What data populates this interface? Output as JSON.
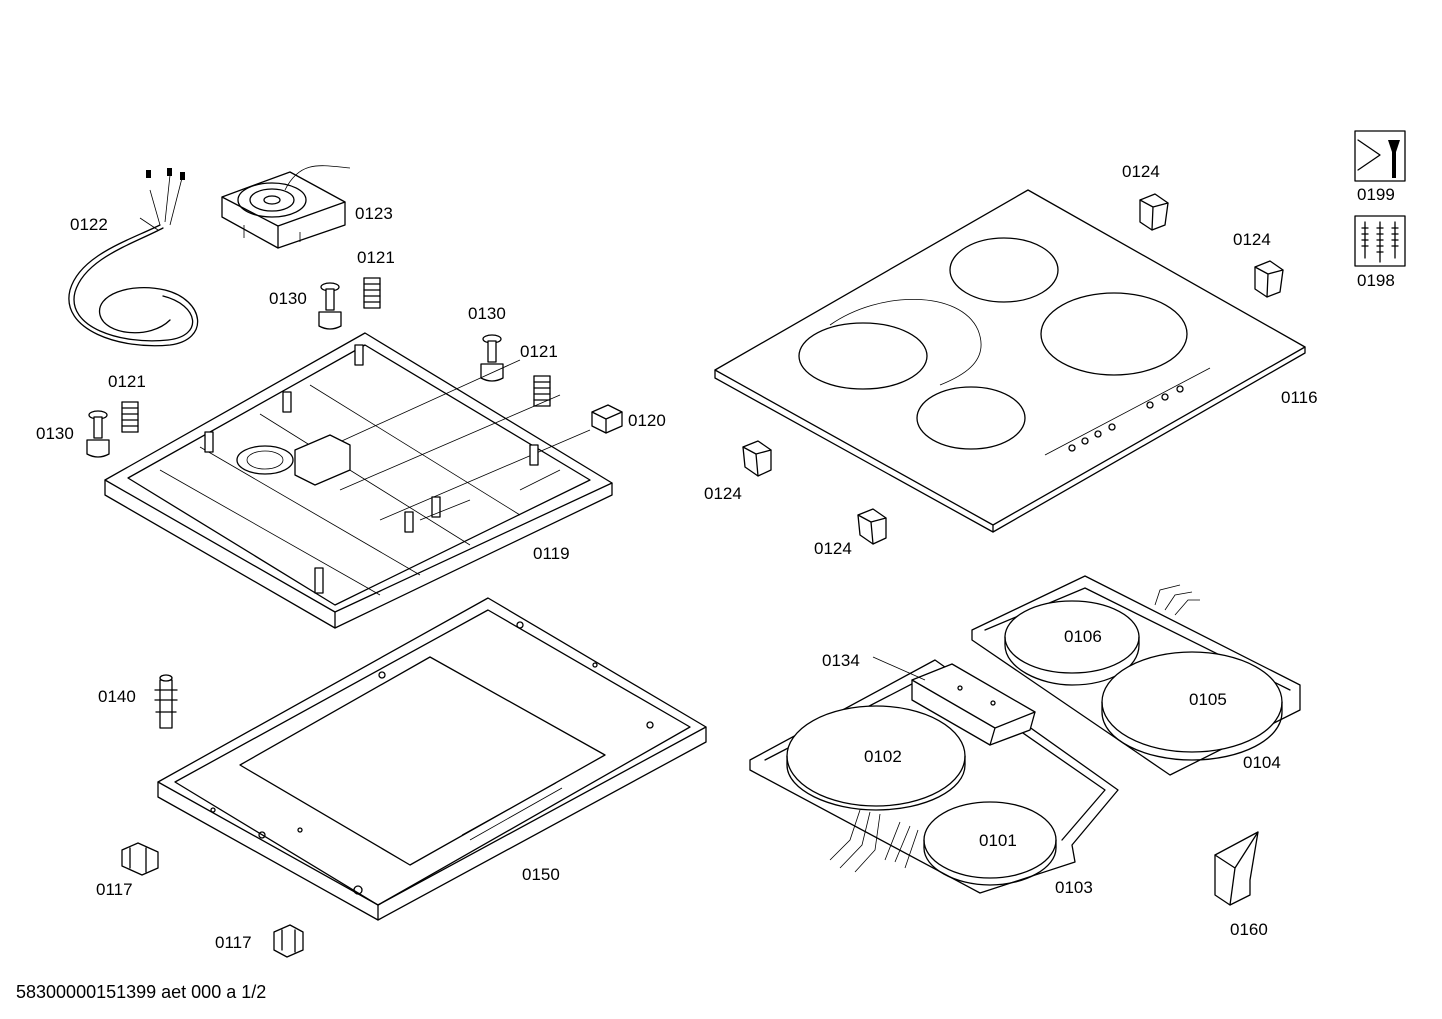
{
  "labels": {
    "p0122": "0122",
    "p0123": "0123",
    "p0121a": "0121",
    "p0130a": "0130",
    "p0130b": "0130",
    "p0121b": "0121",
    "p0121c": "0121",
    "p0130c": "0130",
    "p0120": "0120",
    "p0119": "0119",
    "p0124a": "0124",
    "p0124b": "0124",
    "p0124c": "0124",
    "p0124d": "0124",
    "p0116": "0116",
    "p0199": "0199",
    "p0198": "0198",
    "p0134": "0134",
    "p0106": "0106",
    "p0105": "0105",
    "p0102": "0102",
    "p0104": "0104",
    "p0101": "0101",
    "p0103": "0103",
    "p0160": "0160",
    "p0140": "0140",
    "p0150": "0150",
    "p0117a": "0117",
    "p0117b": "0117"
  },
  "footer": "58300000151399 aet 000 a 1/2"
}
